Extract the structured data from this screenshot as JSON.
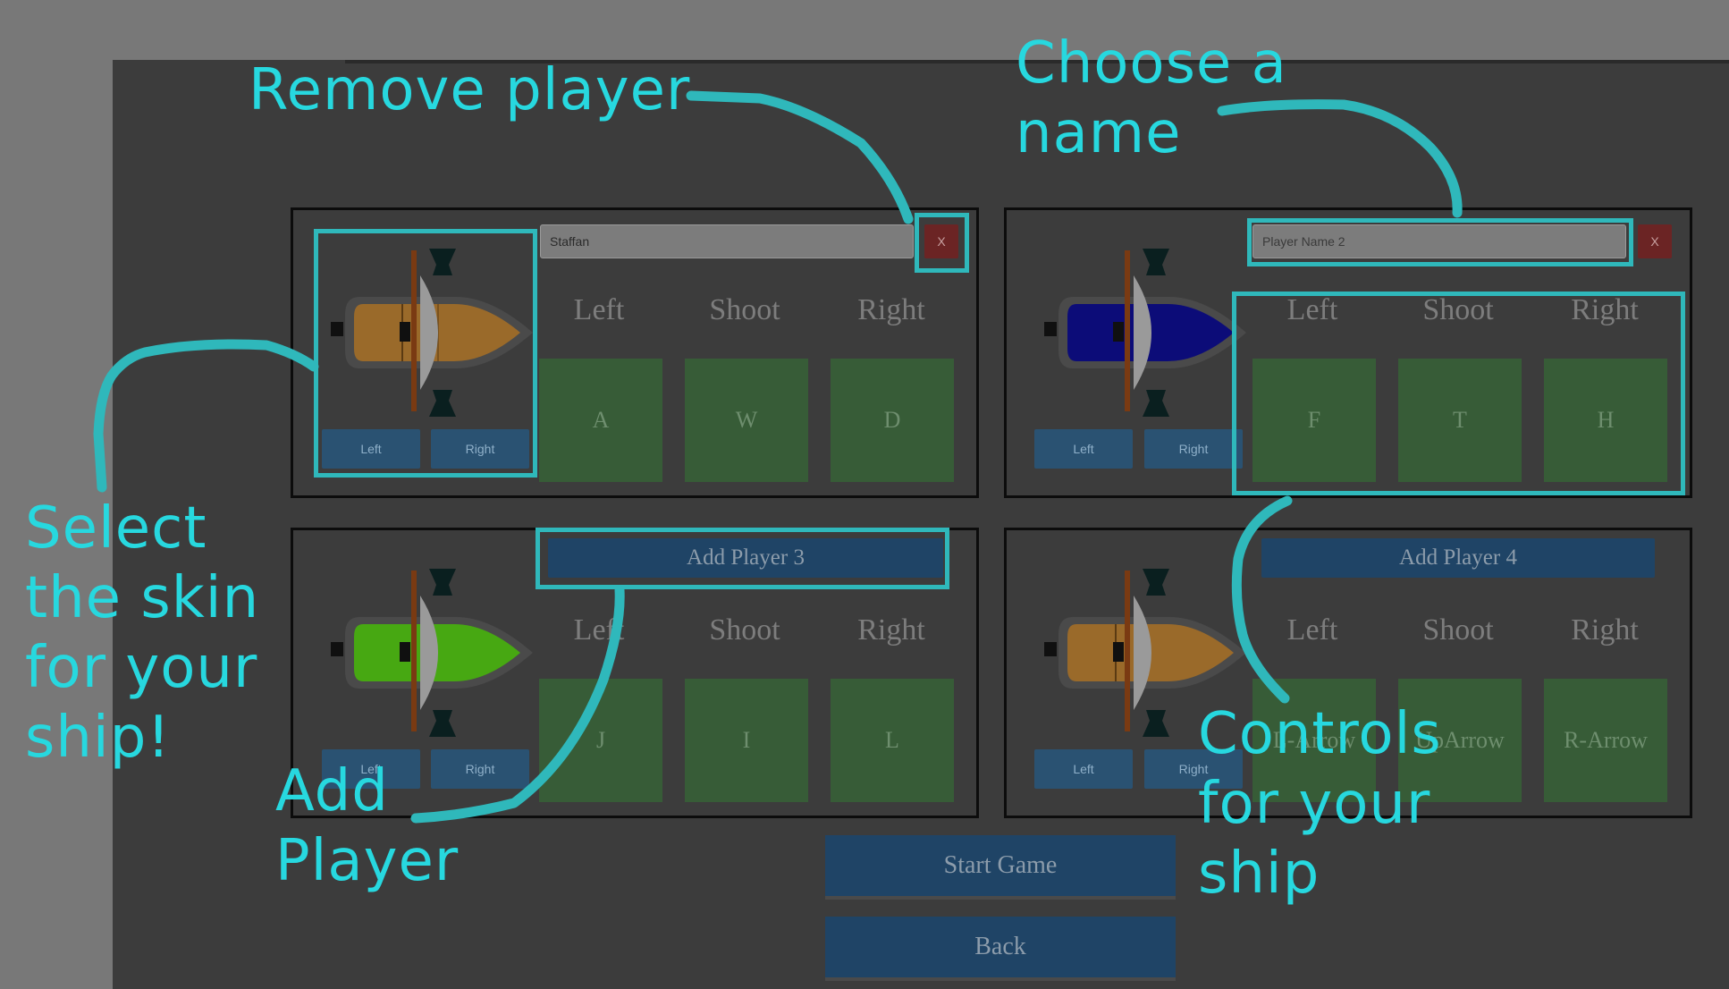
{
  "players": [
    {
      "name_value": "Staffan",
      "name_placeholder": "",
      "remove_label": "X",
      "skin_left_label": "Left",
      "skin_right_label": "Right",
      "controls": [
        {
          "label": "Left",
          "key": "A"
        },
        {
          "label": "Shoot",
          "key": "W"
        },
        {
          "label": "Right",
          "key": "D"
        }
      ],
      "skin": "wood"
    },
    {
      "name_value": "",
      "name_placeholder": "Player Name 2",
      "remove_label": "X",
      "skin_left_label": "Left",
      "skin_right_label": "Right",
      "controls": [
        {
          "label": "Left",
          "key": "F"
        },
        {
          "label": "Shoot",
          "key": "T"
        },
        {
          "label": "Right",
          "key": "H"
        }
      ],
      "skin": "blue"
    },
    {
      "add_label": "Add Player 3",
      "skin_left_label": "Left",
      "skin_right_label": "Right",
      "controls": [
        {
          "label": "Left",
          "key": "J"
        },
        {
          "label": "Shoot",
          "key": "I"
        },
        {
          "label": "Right",
          "key": "L"
        }
      ],
      "skin": "green"
    },
    {
      "add_label": "Add Player 4",
      "skin_left_label": "Left",
      "skin_right_label": "Right",
      "controls": [
        {
          "label": "Left",
          "key": "L-Arrow"
        },
        {
          "label": "Shoot",
          "key": "UpArrow"
        },
        {
          "label": "Right",
          "key": "R-Arrow"
        }
      ],
      "skin": "wood"
    }
  ],
  "buttons": {
    "start": "Start Game",
    "back": "Back"
  },
  "annotations": {
    "remove_player": "Remove player",
    "choose_name": "Choose a\nname",
    "select_skin": "Select\nthe skin\nfor your\nship!",
    "add_player": "Add\nPlayer",
    "controls": "Controls\nfor your\nship"
  },
  "colors": {
    "annotation": "#27d8df",
    "skin_wood": "#9a6a2a",
    "skin_blue": "#0c0c78",
    "skin_green": "#47a812"
  }
}
